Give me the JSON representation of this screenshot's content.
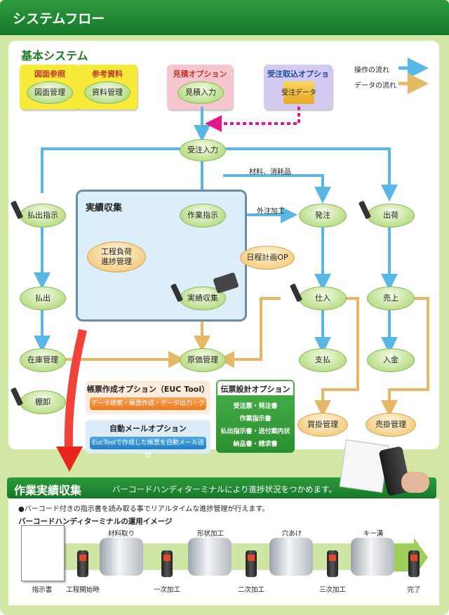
{
  "header": {
    "title": "システムフロー"
  },
  "section": {
    "title": "基本システム"
  },
  "boxes": {
    "zumen": {
      "title": "図面参照",
      "item": "図面管理"
    },
    "sanko": {
      "title": "参考資料",
      "item": "資料管理"
    },
    "mitsumori": {
      "title": "見積オプション",
      "item": "見積入力"
    },
    "juchu": {
      "title": "受注取込オプション",
      "item": "受注データ"
    }
  },
  "legend": {
    "ops": "操作の流れ",
    "data": "データの流れ",
    "ops_color": "#59b7e6",
    "data_color": "#e6b866"
  },
  "nodes": {
    "juchu_nyuryoku": "受注入力",
    "haraidashi_shiji": "払出指示",
    "sagyo_shiji": "作業指示",
    "hatchu": "発注",
    "shukka": "出荷",
    "koutei_1": "工程負荷",
    "koutei_2": "進捗管理",
    "nittei": "日程計画OP",
    "jisseki_shushu": "実績収集",
    "haraidashi": "払出",
    "shire": "仕入",
    "uriage": "売上",
    "zaiko": "在庫管理",
    "genka": "原価管理",
    "shiharai": "支払",
    "nyukin": "入金",
    "tanaoroshi": "棚卸",
    "kaikake": "買掛管理",
    "urikake": "売掛管理"
  },
  "edge_labels": {
    "zairyo": "材料、消耗品",
    "gaichu": "外注加工"
  },
  "jisseki_box": {
    "title": "実績収集"
  },
  "options": {
    "euc": {
      "title": "帳票作成オプション（EUC Tool）",
      "desc": "データ検索・帳票作成・データ出力・グラフ作成"
    },
    "mail": {
      "title": "自動メールオプション",
      "desc": "EucToolで作成した帳票を自動メール送信"
    },
    "denpyo": {
      "title": "伝票設計オプション",
      "lines": [
        "受注票・発注書",
        "作業指示書",
        "払出指示書・送付案内状",
        "納品書・請求書"
      ]
    }
  },
  "bottom": {
    "title": "作業実績収集",
    "subtitle": "バーコードハンディターミナルにより進捗状況をつかめます。",
    "note": "●バーコード付きの指示書を読み取る事でリアルタイムな進捗管理が行えます。",
    "flow_title": "バーコードハンディターミナルの運用イメージ",
    "steps_top": [
      "材料取り",
      "形状加工",
      "穴あけ",
      "キー溝"
    ],
    "steps_bottom": [
      "指示書",
      "工程開始時",
      "一次加工",
      "二次加工",
      "三次加工",
      "完了"
    ]
  }
}
